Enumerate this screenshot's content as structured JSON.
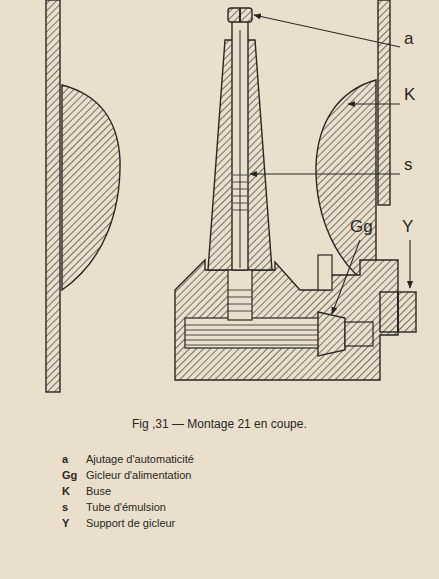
{
  "diagram": {
    "caption": "Fig ,31 — Montage 21 en coupe.",
    "labels": [
      "a",
      "K",
      "s",
      "Gg",
      "Y",
      "a",
      "Ajutage d'automaticité",
      "Gg",
      "Gicleur d'alimentation",
      "K",
      "Buse",
      "s",
      "Tube d'émulsion",
      "Y",
      "Support de gicleur"
    ]
  }
}
